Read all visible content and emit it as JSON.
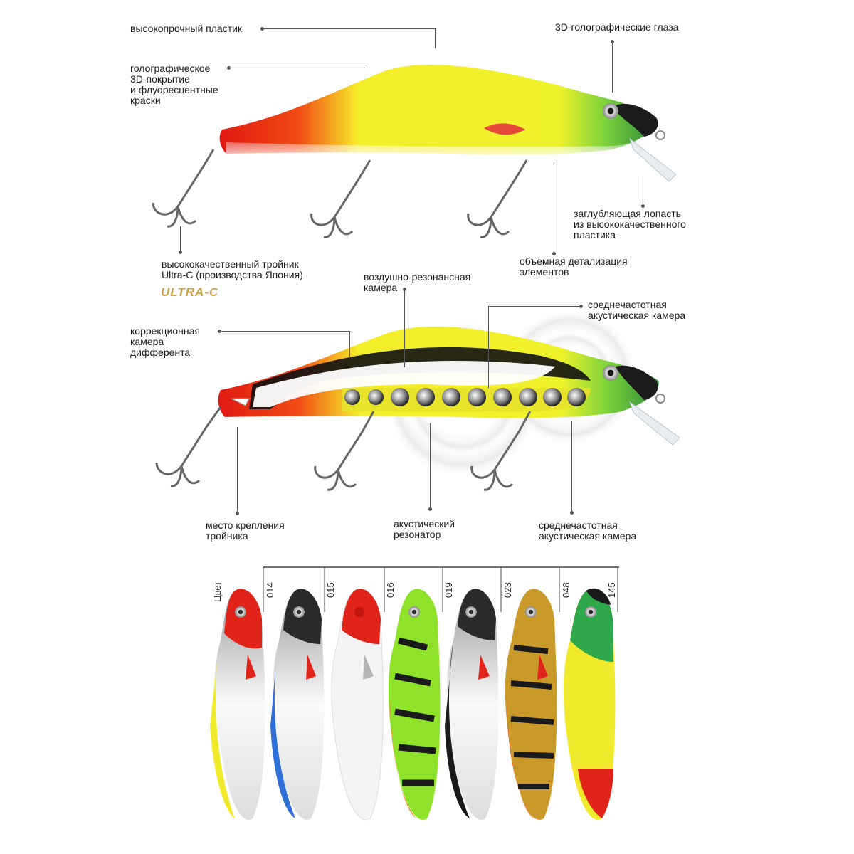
{
  "labels": {
    "plastic": "высокопрочный пластик",
    "holo_coating": "голографическое\n3D-покрытие\nи флуоресцентные\nкраски",
    "eyes": "3D-голографические глаза",
    "lip": "заглубляющая лопасть\nиз высококачественного\nпластика",
    "detail": "объемная детализация\nэлементов",
    "hook": "высококачественный тройник\nUltra-C (производства Япония)",
    "brand": "ULTRA-C",
    "air_chamber": "воздушно-резонансная\nкамера",
    "mid_chamber_top": "среднечастотная\nакустическая камера",
    "trim_chamber": "коррекционная\nкамера\nдифферента",
    "hook_mount": "место крепления\nтройника",
    "resonator": "акустический\nрезонатор",
    "mid_chamber_bottom": "среднечастотная\nакустическая камера"
  },
  "colors": {
    "header": "Цвет",
    "codes": [
      "014",
      "015",
      "016",
      "019",
      "023",
      "048",
      "145"
    ]
  }
}
